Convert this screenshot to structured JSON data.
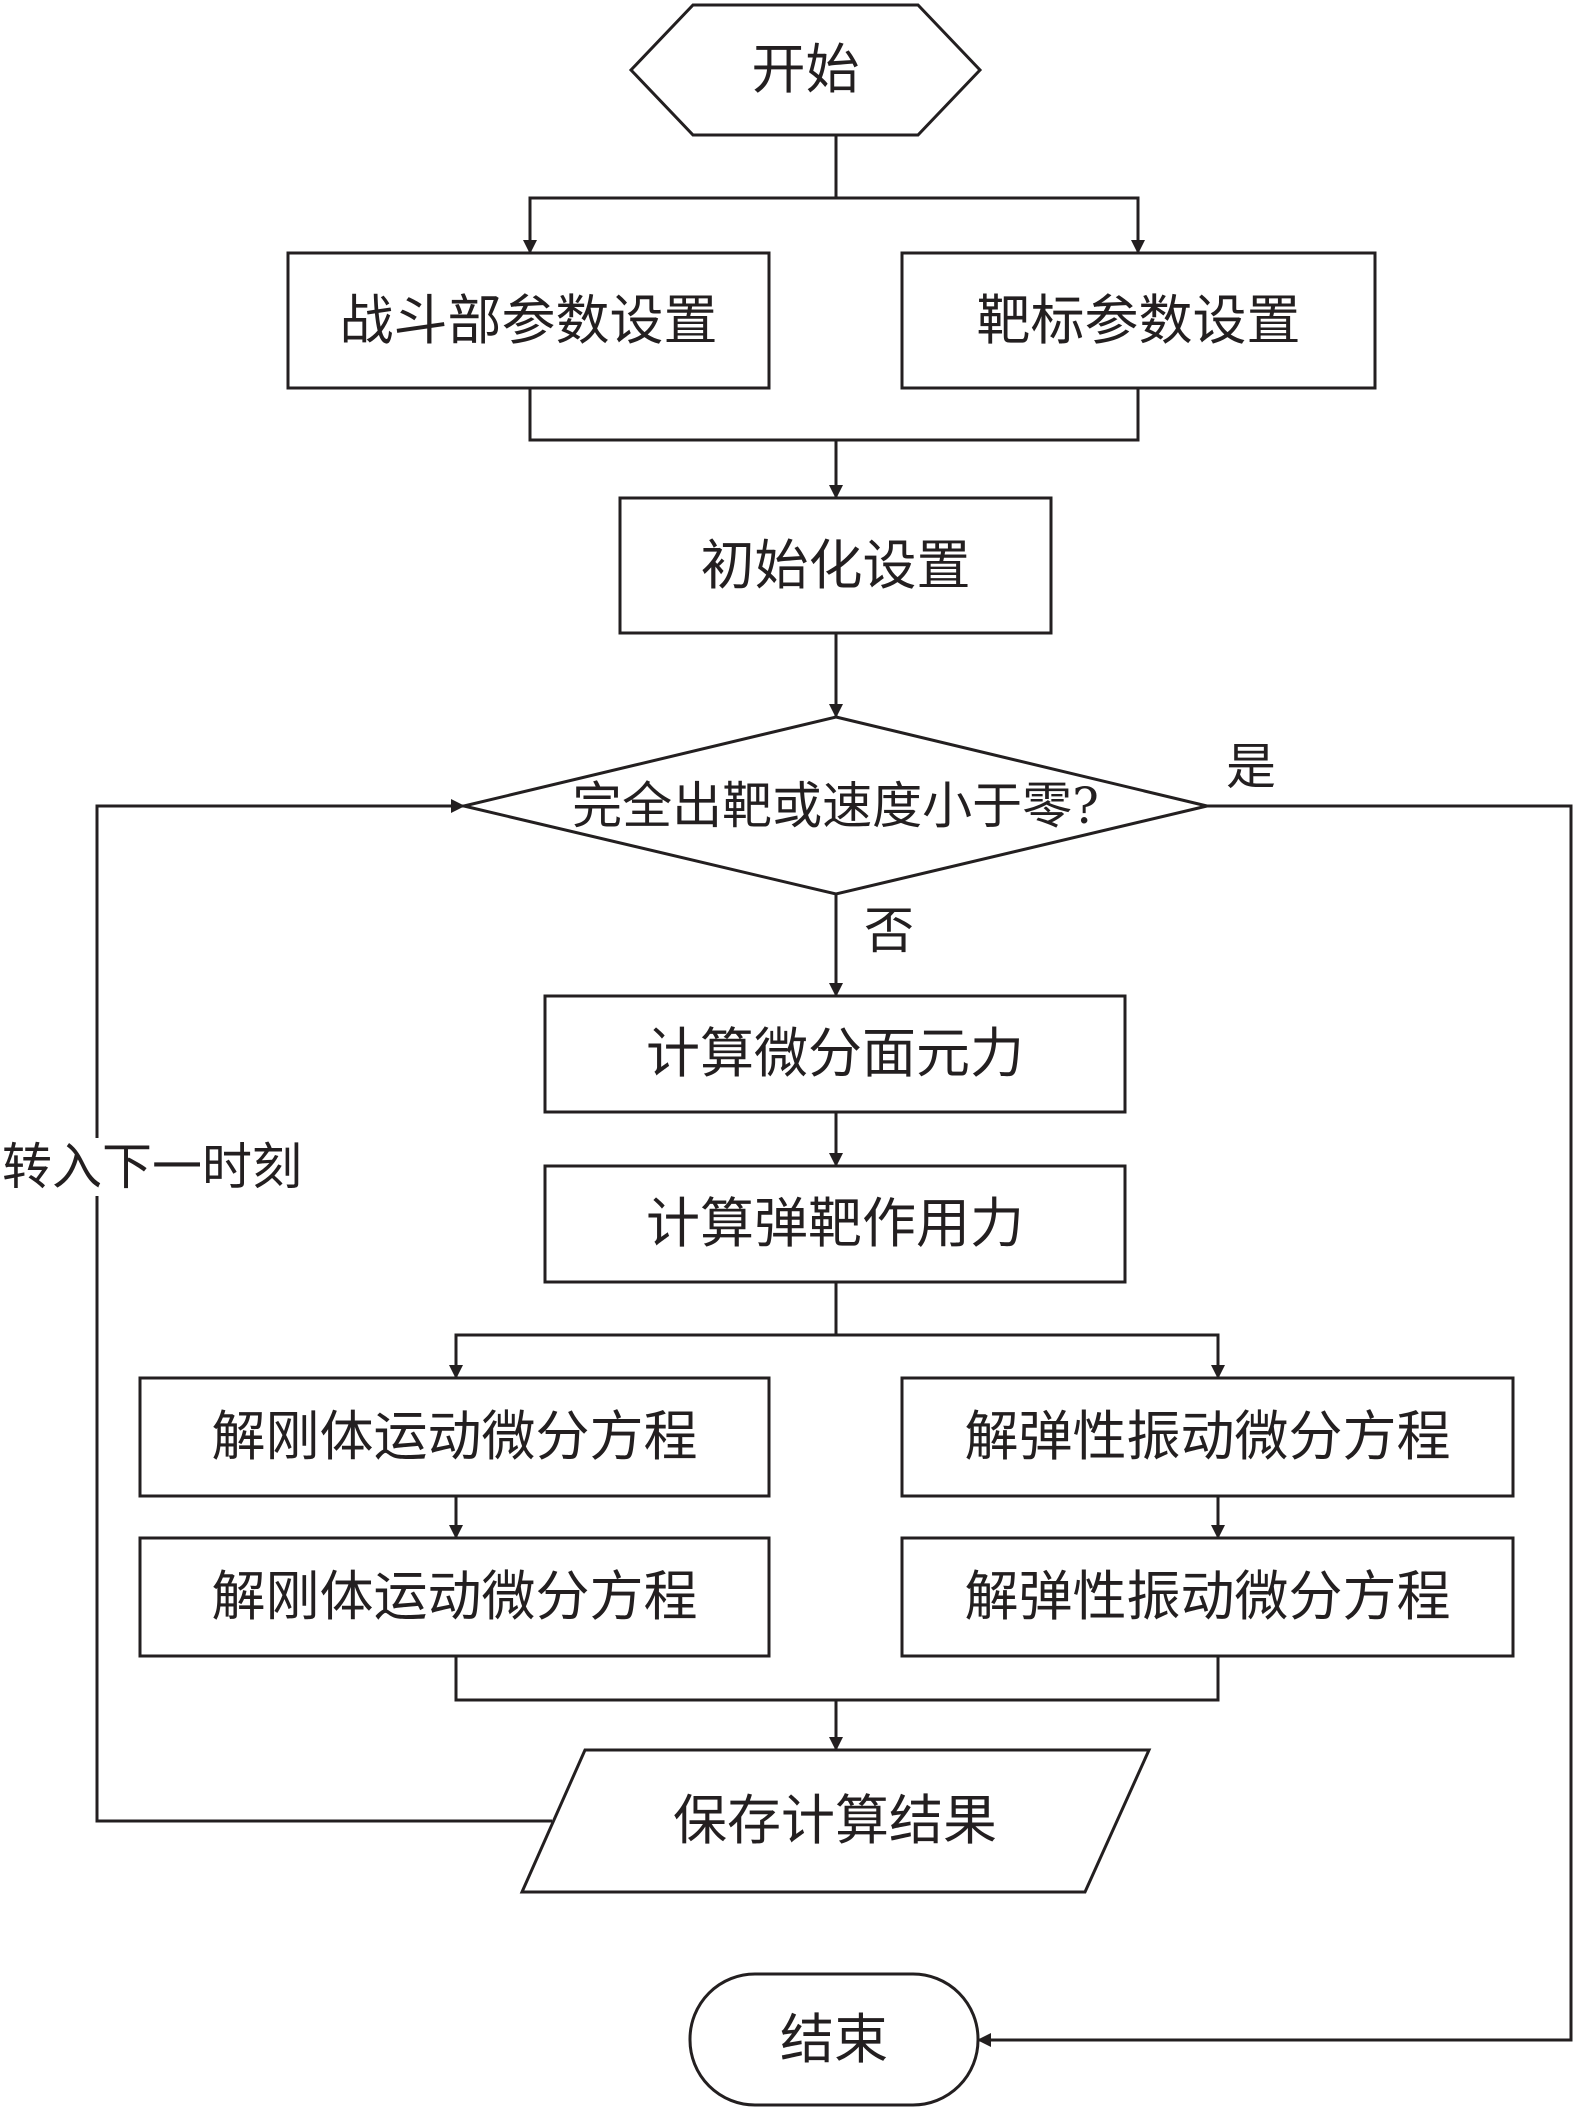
{
  "nodes": {
    "start": "开始",
    "warhead_params": "战斗部参数设置",
    "target_params": "靶标参数设置",
    "init": "初始化设置",
    "decision": "完全出靶或速度小于零?",
    "calc_element_force": "计算微分面元力",
    "calc_projectile_force": "计算弹靶作用力",
    "rigid_1": "解刚体运动微分方程",
    "rigid_2": "解刚体运动微分方程",
    "elastic_1": "解弹性振动微分方程",
    "elastic_2": "解弹性振动微分方程",
    "save": "保存计算结果",
    "end": "结束"
  },
  "edge_labels": {
    "yes": "是",
    "no": "否",
    "loop": "转入下一时刻"
  }
}
